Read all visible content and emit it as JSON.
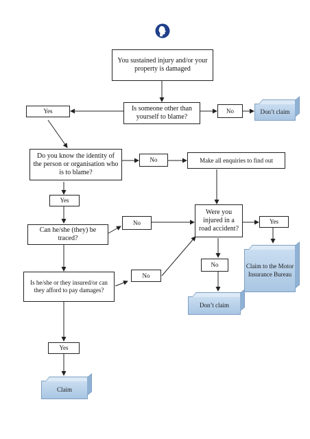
{
  "nodes": {
    "start": "You sustained injury and/or your property is damaged",
    "q_someone_to_blame": "Is someone other than yourself to blame?",
    "a_yes_1": "Yes",
    "a_no_1": "No",
    "end_dont_claim_1": "Don’t claim",
    "q_know_identity": "Do you know the identity of the person or organisation who is to blame?",
    "a_no_2": "No",
    "action_enquiries": "Make all enquiries to find out",
    "a_yes_2": "Yes",
    "q_traced": "Can he/she (they) be traced?",
    "a_no_3": "No",
    "q_road_accident": "Were you injured in a road accident?",
    "a_yes_3": "Yes",
    "end_motor_bureau": "Claim to the Motor Insurance Bureau",
    "a_no_4": "No",
    "end_dont_claim_2": "Don’t claim",
    "q_insured": "Is he/she or they insured/or can they afford to pay damages?",
    "a_no_5": "No",
    "a_yes_4": "Yes",
    "end_claim": "Claim"
  },
  "colors": {
    "line": "#222222",
    "terminal_fill": "#b3cde8",
    "logo": "#1f3f8a"
  },
  "icons": {
    "logo": "head-profile-logo-icon"
  }
}
